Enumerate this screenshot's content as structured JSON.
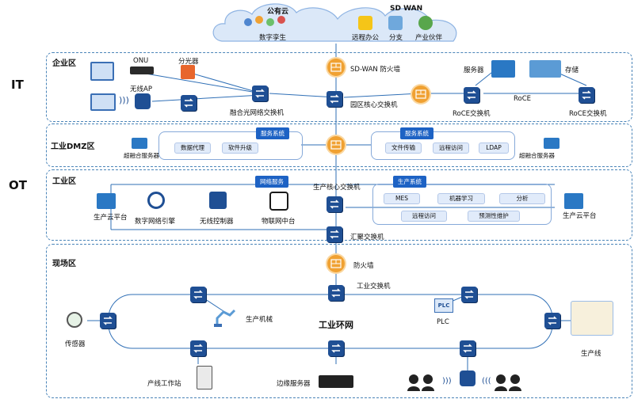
{
  "sides": {
    "it": "IT",
    "ot": "OT"
  },
  "cloud": {
    "public_title": "公有云",
    "public_item": "数字孪生",
    "sdwan_title": "SD WAN",
    "sdwan_items": [
      "远程办公",
      "分支",
      "产业伙伴"
    ]
  },
  "zones": {
    "enterprise": "企业区",
    "dmz": "工业DMZ区",
    "industrial": "工业区",
    "field": "现场区"
  },
  "enterprise": {
    "onu": "ONU",
    "splitter": "分光器",
    "wireless_ap": "无线AP",
    "fusion_switch": "融合光网络交换机",
    "sdwan_firewall": "SD-WAN 防火墙",
    "core_switch": "园区核心交换机",
    "server": "服务器",
    "storage": "存储",
    "roce": "RoCE",
    "roce_switch_1": "RoCE交换机",
    "roce_switch_2": "RoCE交换机"
  },
  "dmz": {
    "left_service": "服务系统",
    "left_items": [
      "数据代理",
      "软件升级"
    ],
    "left_server": "超融合服务器",
    "right_service": "服务系统",
    "right_items": [
      "文件传输",
      "远程访问",
      "LDAP"
    ],
    "right_server": "超融合服务器"
  },
  "industrial": {
    "network_service": "网络服务",
    "left_cloud": "生产云平台",
    "engine": "数字网络引擎",
    "wireless_controller": "无线控制器",
    "iot_platform": "物联网中台",
    "core_switch": "生产核心交换机",
    "production_system": "生产系统",
    "prod_items": [
      "MES",
      "机器学习",
      "分析",
      "远程访问",
      "预测性维护"
    ],
    "right_cloud": "生产云平台",
    "aggregation_switch": "汇聚交换机"
  },
  "field": {
    "firewall": "防火墙",
    "industrial_switch": "工业交换机",
    "robot_arm": "生产机械",
    "ring": "工业环网",
    "plc": "PLC",
    "plc_chip": "PLC",
    "sensor": "传感器",
    "production_line": "生产线",
    "workstation": "产线工作站",
    "edge_server": "边缘服务器"
  },
  "colors": {
    "accent": "#1f4f94",
    "firewall": "#f0a132",
    "line": "#2f6fb6",
    "tag": "#1d62c4"
  }
}
